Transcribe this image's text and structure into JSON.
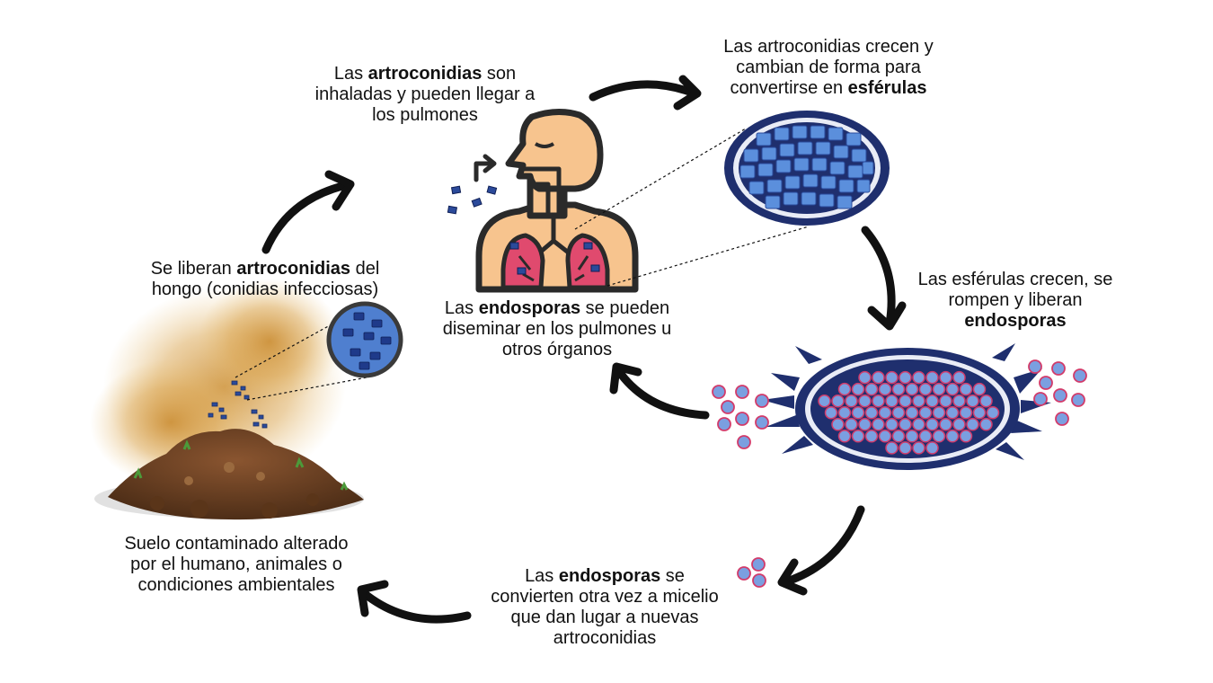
{
  "steps": {
    "soil_release": {
      "line1_a": "Se liberan ",
      "line1_b": "artroconidias",
      "line1_c": " del",
      "line2": "hongo (conidias infecciosas)"
    },
    "inhalation": {
      "line1_a": "Las ",
      "line1_b": "artroconidias",
      "line1_c": " son",
      "line2": "inhaladas y pueden llegar a",
      "line3": "los pulmones"
    },
    "growth": {
      "line1": "Las artroconidias crecen y",
      "line2": "cambian de forma para",
      "line3_a": "convertirse en ",
      "line3_b": "esférulas"
    },
    "rupture": {
      "line1": "Las esférulas crecen, se",
      "line2": "rompen y liberan",
      "line3_b": "endosporas"
    },
    "dissemination": {
      "line1_a": "Las ",
      "line1_b": "endosporas",
      "line1_c": " se pueden",
      "line2": "diseminar en los pulmones u",
      "line3": "otros órganos"
    },
    "reversion": {
      "line1_a": "Las ",
      "line1_b": "endosporas",
      "line1_c": " se",
      "line2": "convierten otra vez a micelio",
      "line3": "que dan lugar a nuevas",
      "line4": "artroconidias"
    },
    "soil": {
      "line1": "Suelo contaminado alterado",
      "line2": "por el humano, animales o",
      "line3": "condiciones ambientales"
    }
  },
  "colors": {
    "navy": "#1f2f6e",
    "spore_blue": "#4f7fcf",
    "sphere_blue": "#5b8fdc",
    "endospore_fill": "#7b9fe0",
    "endospore_ring": "#d23b6a",
    "skin": "#f7c48e",
    "lung": "#e04a6e",
    "soil": "#6b4124",
    "dust": "#d9a24a"
  }
}
